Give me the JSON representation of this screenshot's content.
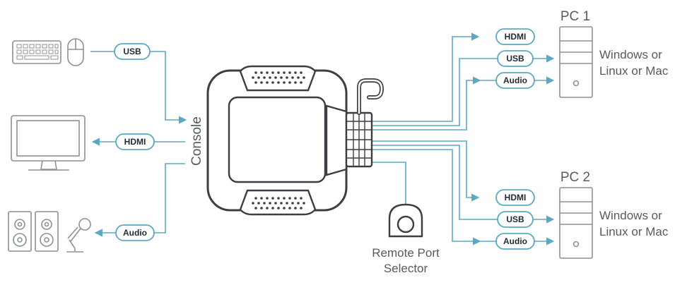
{
  "labels": {
    "console": "Console",
    "pc1_title": "PC 1",
    "pc2_title": "PC 2",
    "pc_os_line1": "Windows or",
    "pc_os_line2": "Linux or Mac",
    "remote_line1": "Remote Port",
    "remote_line2": "Selector"
  },
  "cables": {
    "usb": "USB",
    "hdmi": "HDMI",
    "audio": "Audio"
  },
  "colors": {
    "cable": "#5ba9c1",
    "device_outline": "#8c9196",
    "switch_body": "#3b3f43",
    "pill_border": "#5ba9c1"
  }
}
